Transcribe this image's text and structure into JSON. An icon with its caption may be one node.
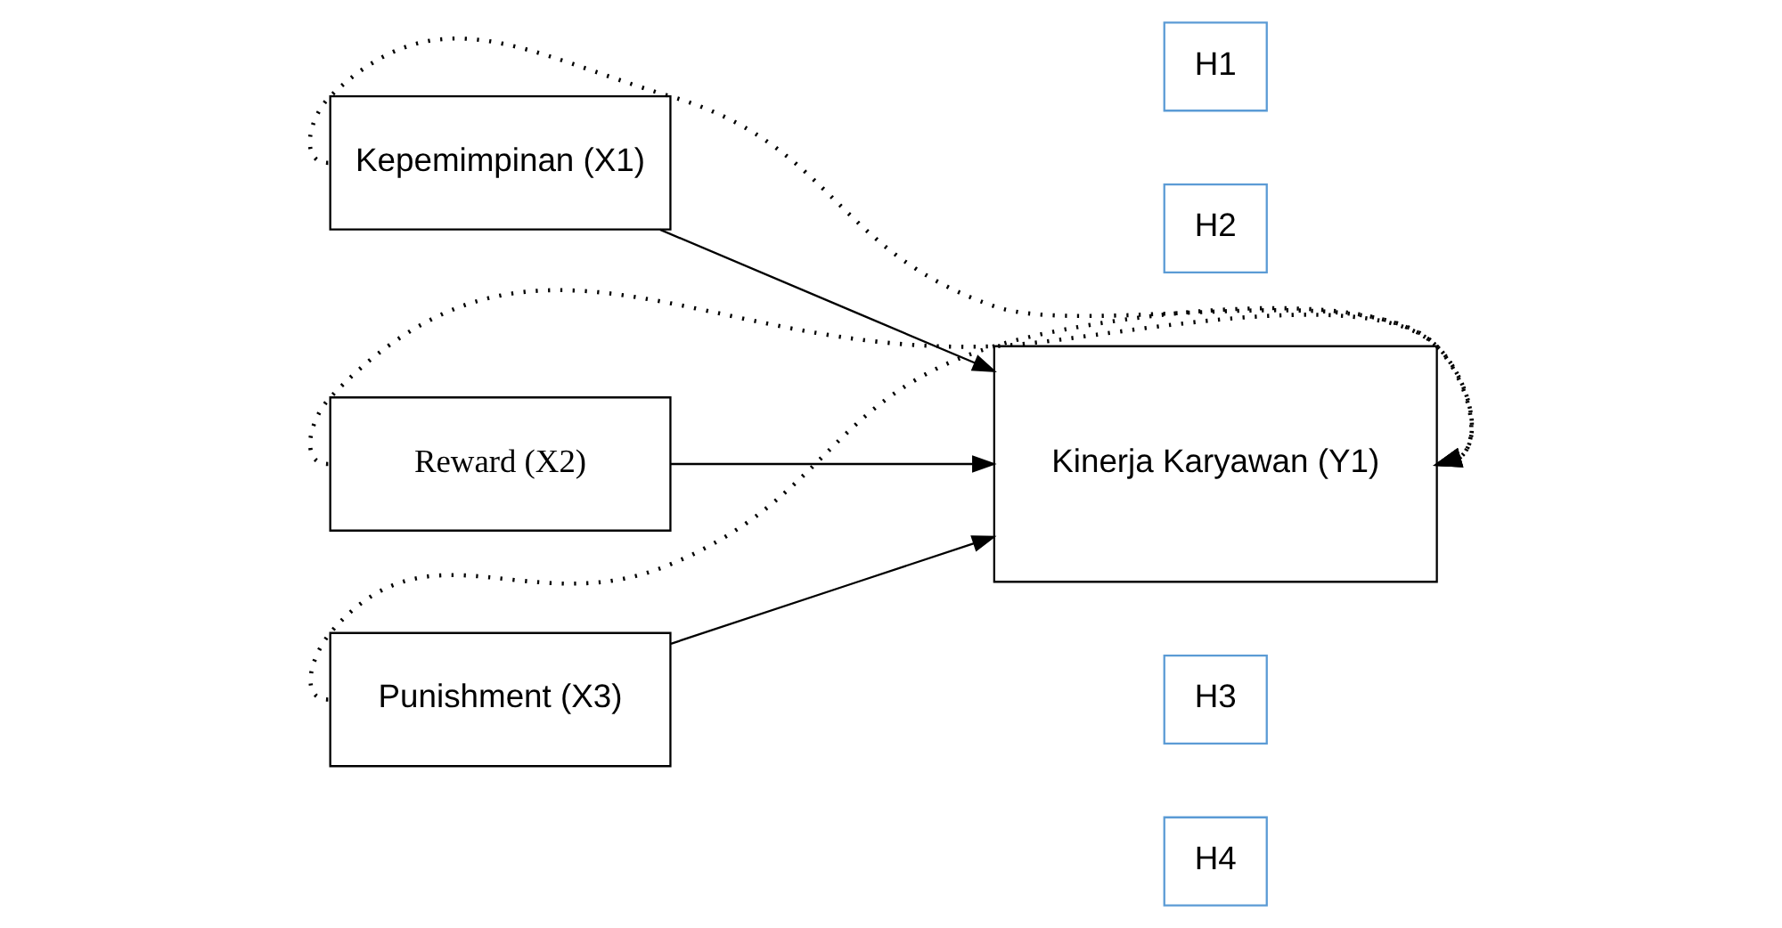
{
  "diagram": {
    "nodes": [
      {
        "text": [
          "Kepemimpinan (X1)"
        ]
      },
      {
        "text": [
          "Reward (X2)"
        ]
      },
      {
        "text": [
          "Punishment (X3)"
        ]
      },
      {
        "text": [
          "Kinerja Karyawan (Y1)"
        ]
      },
      {
        "text": [
          "H1"
        ]
      },
      {
        "text": [
          "H2"
        ]
      },
      {
        "text": [
          "H3"
        ]
      },
      {
        "text": [
          "H4"
        ]
      }
    ],
    "edges": [
      {
        "from": 0,
        "to": 3,
        "arrow": "to"
      },
      {
        "from": 1,
        "to": 3,
        "arrow": "to"
      },
      {
        "from": 2,
        "to": 3,
        "arrow": "to"
      },
      {
        "from": 0,
        "to": 3,
        "arrow": "to",
        "style": "dashed"
      },
      {
        "from": 1,
        "to": 3,
        "arrow": "to",
        "style": "dashed"
      },
      {
        "from": 2,
        "to": 3,
        "arrow": "to",
        "style": "dashed"
      }
    ]
  }
}
